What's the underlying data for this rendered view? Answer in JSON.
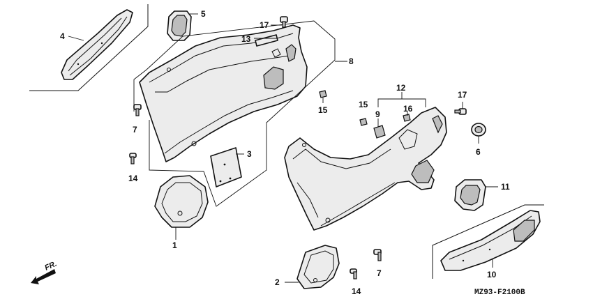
{
  "callouts": {
    "c1": "1",
    "c2": "2",
    "c3": "3",
    "c4": "4",
    "c5": "5",
    "c6": "6",
    "c7a": "7",
    "c7b": "7",
    "c8": "8",
    "c9": "9",
    "c10": "10",
    "c11": "11",
    "c12": "12",
    "c13": "13",
    "c14a": "14",
    "c14b": "14",
    "c15a": "15",
    "c15b": "15",
    "c16": "16",
    "c17a": "17",
    "c17b": "17"
  },
  "direction_label": "FR.",
  "diagram_code": "MZ93-F2100B"
}
